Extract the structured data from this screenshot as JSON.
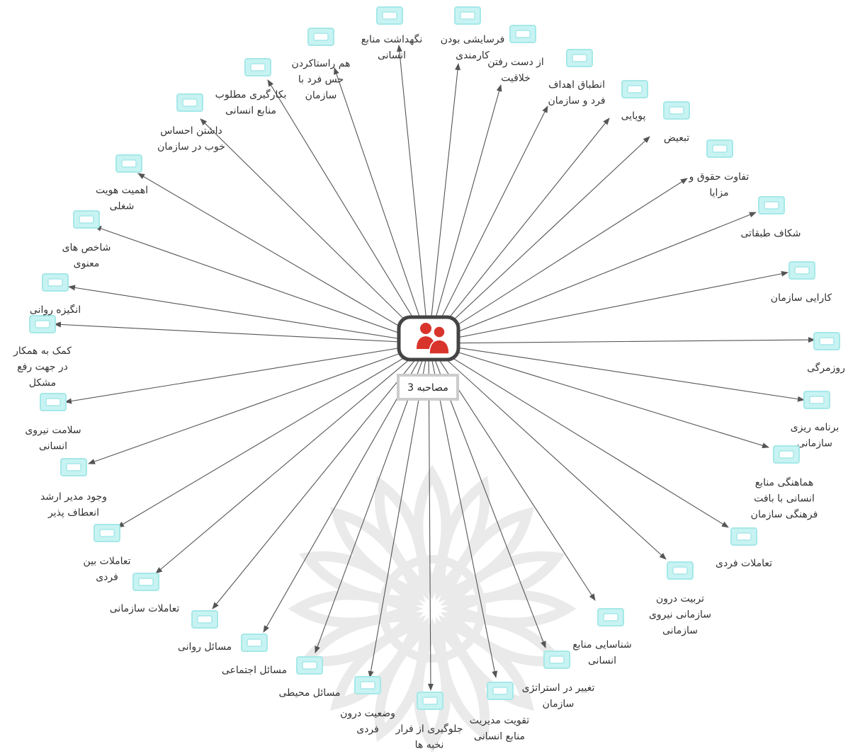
{
  "center": {
    "label": "مصاحبه 3",
    "icon": "person-group-icon",
    "icon_color": "#d9342b",
    "frame_color": "#444444"
  },
  "colors": {
    "edge": "#555555",
    "code_icon": "#c8f3f3",
    "code_icon_border": "#a6e8e8",
    "watermark": "#d9d9d9"
  },
  "nodes": [
    {
      "id": "n01",
      "lines": [
        "فرسایشی بودن",
        "کارمندی"
      ]
    },
    {
      "id": "n02",
      "lines": [
        "از دست رفتن",
        "خلاقیت"
      ]
    },
    {
      "id": "n03",
      "lines": [
        "انطباق اهداف",
        "فرد و سازمان"
      ]
    },
    {
      "id": "n04",
      "lines": [
        "پویایی"
      ]
    },
    {
      "id": "n05",
      "lines": [
        "تبعیض"
      ]
    },
    {
      "id": "n06",
      "lines": [
        "تفاوت حقوق و",
        "مزایا"
      ]
    },
    {
      "id": "n07",
      "lines": [
        "شکاف طبقاتی"
      ]
    },
    {
      "id": "n08",
      "lines": [
        "کارایی سازمان"
      ]
    },
    {
      "id": "n09",
      "lines": [
        "روزمرگی"
      ]
    },
    {
      "id": "n10",
      "lines": [
        "برنامه ریزی",
        "سازمانی"
      ]
    },
    {
      "id": "n11",
      "lines": [
        "هماهنگی منابع",
        "انسانی با بافت",
        "فرهنگی سازمان"
      ]
    },
    {
      "id": "n12",
      "lines": [
        "تعاملات فردی"
      ]
    },
    {
      "id": "n13",
      "lines": [
        "تربیت درون",
        "سازمانی نیروی",
        "سازمانی"
      ]
    },
    {
      "id": "n14",
      "lines": [
        "شناسایی منابع",
        "انسانی"
      ]
    },
    {
      "id": "n15",
      "lines": [
        "تغییر در استراتژی",
        "سازمان"
      ]
    },
    {
      "id": "n16",
      "lines": [
        "تقویت مدیریت",
        "منابع انسانی"
      ]
    },
    {
      "id": "n17",
      "lines": [
        "جلوگیری از فرار",
        "نخبه ها"
      ]
    },
    {
      "id": "n18",
      "lines": [
        "وضعیت درون",
        "فردی"
      ]
    },
    {
      "id": "n19",
      "lines": [
        "مسائل محیطی"
      ]
    },
    {
      "id": "n20",
      "lines": [
        "مسائل اجتماعی"
      ]
    },
    {
      "id": "n21",
      "lines": [
        "مسائل روانی"
      ]
    },
    {
      "id": "n22",
      "lines": [
        "تعاملات سازمانی"
      ]
    },
    {
      "id": "n23",
      "lines": [
        "تعاملات بین",
        "فردی"
      ]
    },
    {
      "id": "n24",
      "lines": [
        "وجود مدیر ارشد",
        "انعطاف پذیر"
      ]
    },
    {
      "id": "n25",
      "lines": [
        "سلامت نیروی",
        "انسانی"
      ]
    },
    {
      "id": "n26",
      "lines": [
        "کمک به همکار",
        "در جهت رفع",
        "مشکل"
      ]
    },
    {
      "id": "n27",
      "lines": [
        "انگیزه روانی"
      ]
    },
    {
      "id": "n28",
      "lines": [
        "شاخص های",
        "معنوی"
      ]
    },
    {
      "id": "n29",
      "lines": [
        "اهمیت هویت",
        "شغلی"
      ]
    },
    {
      "id": "n30",
      "lines": [
        "داشتن احساس",
        "خوب در سازمان"
      ]
    },
    {
      "id": "n31",
      "lines": [
        "بکارگیری مطلوب",
        "منابع انسانی"
      ]
    },
    {
      "id": "n32",
      "lines": [
        "هم راستاکردن",
        "حس فرد با",
        "سازمان"
      ]
    },
    {
      "id": "n33",
      "lines": [
        "نگهداشت منابع",
        "انسانی"
      ]
    }
  ]
}
